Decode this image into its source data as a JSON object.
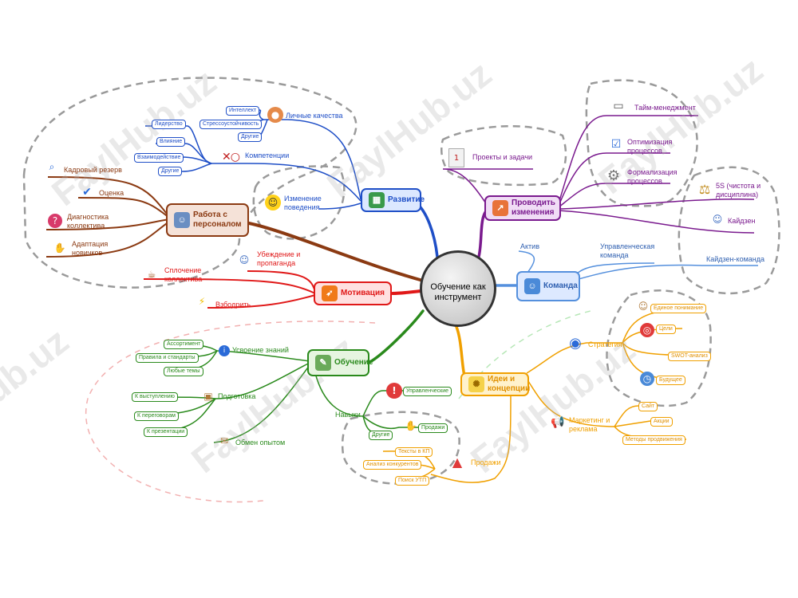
{
  "center": {
    "label": "Обучение как инструмент"
  },
  "watermark": "FaylHub.uz",
  "branches": {
    "razvitie": {
      "label": "Развитие",
      "color": "#1f4fc7"
    },
    "rabota": {
      "label": "Работа с персоналом",
      "color": "#8b3a12"
    },
    "motivaciya": {
      "label": "Мотивация",
      "color": "#e01818"
    },
    "obuchenie": {
      "label": "Обучение",
      "color": "#2a8a1c"
    },
    "idei": {
      "label": "Идеи и концепции",
      "color": "#f0a000"
    },
    "komanda": {
      "label": "Команда",
      "color": "#5590dd"
    },
    "provodit": {
      "label": "Проводить изменения",
      "color": "#7a1a8e"
    }
  },
  "razvitie": {
    "lichnye": "Личные качества",
    "lichnye_items": [
      "Интеллект",
      "Стрессоустойчивость",
      "Другие"
    ],
    "kompetencii": "Компетенции",
    "kompetencii_items": [
      "Лидерство",
      "Влияние",
      "Взаимодействие",
      "Другие"
    ],
    "izmenenie": "Изменение поведения"
  },
  "rabota": {
    "items": [
      "Кадровый резерв",
      "Оценка",
      "Диагностика коллектива",
      "Адаптация новичков"
    ]
  },
  "motivaciya": {
    "items": [
      "Убеждение и пропаганда",
      "Сплочение коллектива",
      "Взбодрить"
    ]
  },
  "obuchenie": {
    "usvoenie": "Усвоение знаний",
    "usvoenie_items": [
      "Ассортимент",
      "Правила и стандарты",
      "Любые темы"
    ],
    "podgotovka": "Подготовка",
    "podgotovka_items": [
      "К выступлению",
      "К переговорам",
      "К презентации"
    ],
    "obmen": "Обмен опытом",
    "navyki": "Навыки",
    "navyki_items": [
      "Управленческие",
      "Продажи",
      "Другие"
    ]
  },
  "idei": {
    "strategiya": "Стратегия",
    "strategiya_items": [
      "Единое понимание",
      "Цели",
      "SWOT-анализ",
      "Будущее"
    ],
    "marketing": "Маркетинг и реклама",
    "marketing_items": [
      "Сайт",
      "Акции",
      "Методы продвижения"
    ],
    "prodazhi": "Продажи",
    "prodazhi_items": [
      "Тексты в КП",
      "Анализ конкурентов",
      "Поиск УТП"
    ]
  },
  "komanda": {
    "items": [
      "Актив",
      "Управленческая команда",
      "Кайдзен-команда"
    ]
  },
  "provodit": {
    "items": [
      "Проекты и задачи",
      "Тайм-менеджмент",
      "Оптимизация процессов",
      "Формализация процессов",
      "5S (чистота и дисциплина)",
      "Кайдзен"
    ]
  },
  "icons": [
    "brain-icon",
    "dart-icon",
    "magnifier-icon",
    "checkmark-icon",
    "question-icon",
    "thumbs-up-icon",
    "smiley-icon",
    "people-icon",
    "coffee-icon",
    "lightning-icon",
    "carrot-icon",
    "book-icon",
    "box-icon",
    "envelope-icon",
    "warning-icon",
    "handshake-icon",
    "money-icon",
    "globe-icon",
    "bulb-icon",
    "megaphone-icon",
    "calendar-icon",
    "laptop-icon",
    "gears-icon",
    "scales-icon",
    "chart-icon"
  ]
}
